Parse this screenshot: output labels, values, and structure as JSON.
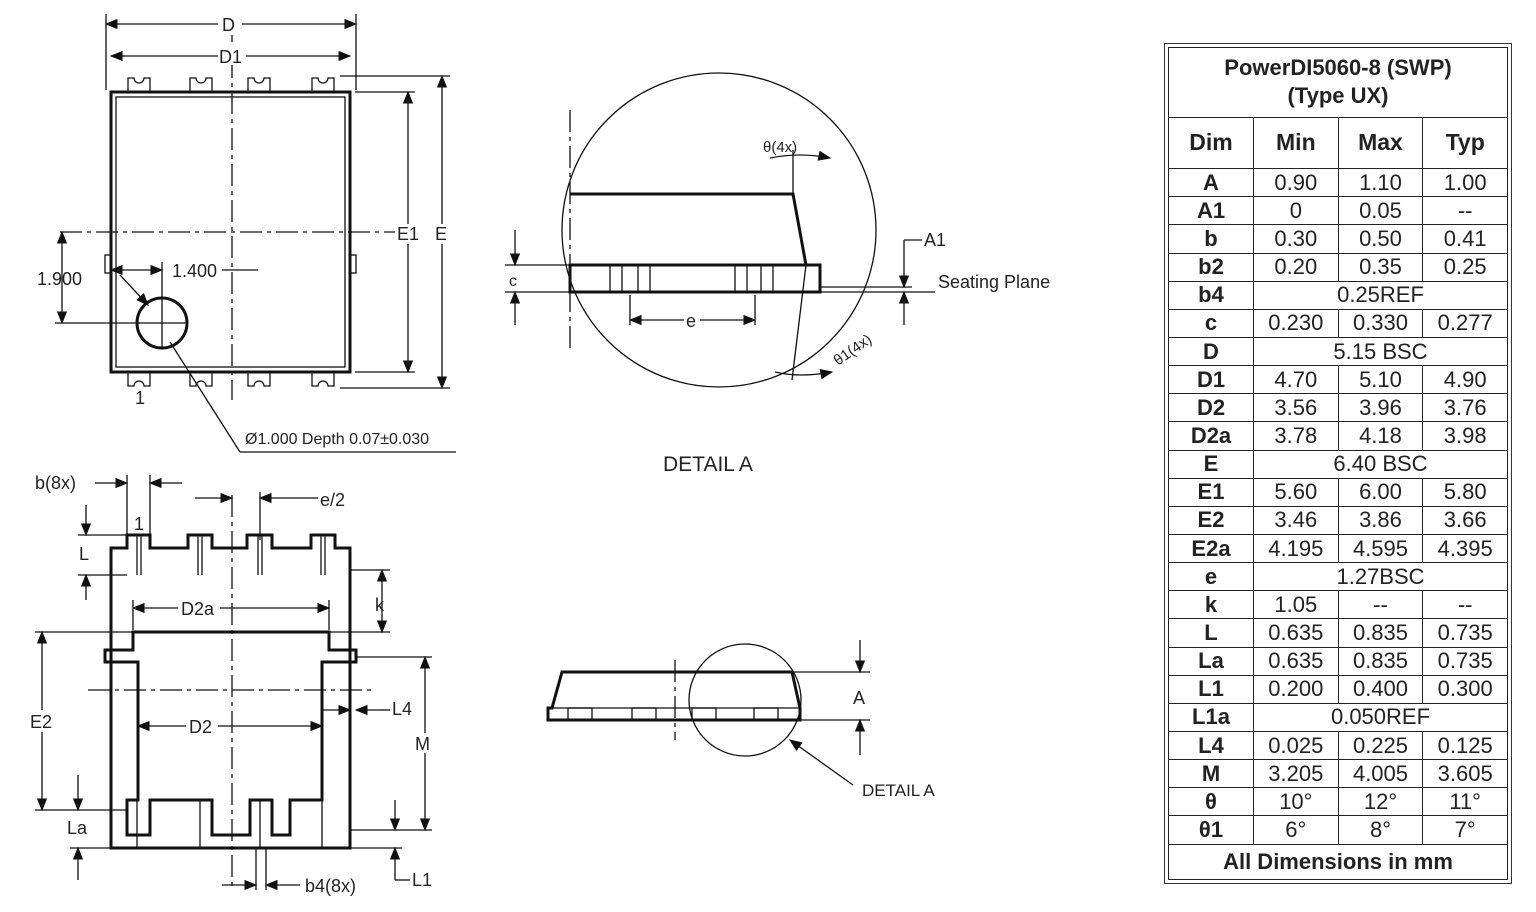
{
  "drawing": {
    "top_view": {
      "D": "D",
      "D1": "D1",
      "E1": "E1",
      "E": "E",
      "dim_1900": "1.900",
      "dim_1400": "1.400",
      "pin1": "1",
      "hole_note": "Ø1.000 Depth 0.07±0.030"
    },
    "detail_a": {
      "theta": "θ(4x)",
      "theta1": "θ1(4x)",
      "A1": "A1",
      "seating_plane": "Seating Plane",
      "c": "c",
      "e": "e",
      "caption": "DETAIL A"
    },
    "bottom_view": {
      "b": "b(8x)",
      "e_half": "e/2",
      "pin1": "1",
      "L": "L",
      "k": "k",
      "D2a": "D2a",
      "E2": "E2",
      "D2": "D2",
      "L4": "L4",
      "M": "M",
      "La": "La",
      "b4": "b4(8x)",
      "L1": "L1"
    },
    "side_view": {
      "A": "A",
      "detail_ref": "DETAIL A"
    }
  },
  "table": {
    "title_line1": "PowerDI5060-8 (SWP)",
    "title_line2": "(Type UX)",
    "headers": [
      "Dim",
      "Min",
      "Max",
      "Typ"
    ],
    "rows": [
      {
        "dim": "A",
        "min": "0.90",
        "max": "1.10",
        "typ": "1.00"
      },
      {
        "dim": "A1",
        "min": "0",
        "max": "0.05",
        "typ": "--"
      },
      {
        "dim": "b",
        "min": "0.30",
        "max": "0.50",
        "typ": "0.41"
      },
      {
        "dim": "b2",
        "min": "0.20",
        "max": "0.35",
        "typ": "0.25"
      },
      {
        "dim": "b4",
        "span": "0.25REF"
      },
      {
        "dim": "c",
        "min": "0.230",
        "max": "0.330",
        "typ": "0.277"
      },
      {
        "dim": "D",
        "span": "5.15 BSC"
      },
      {
        "dim": "D1",
        "min": "4.70",
        "max": "5.10",
        "typ": "4.90"
      },
      {
        "dim": "D2",
        "min": "3.56",
        "max": "3.96",
        "typ": "3.76"
      },
      {
        "dim": "D2a",
        "min": "3.78",
        "max": "4.18",
        "typ": "3.98"
      },
      {
        "dim": "E",
        "span": "6.40 BSC"
      },
      {
        "dim": "E1",
        "min": "5.60",
        "max": "6.00",
        "typ": "5.80"
      },
      {
        "dim": "E2",
        "min": "3.46",
        "max": "3.86",
        "typ": "3.66"
      },
      {
        "dim": "E2a",
        "min": "4.195",
        "max": "4.595",
        "typ": "4.395"
      },
      {
        "dim": "e",
        "span": "1.27BSC"
      },
      {
        "dim": "k",
        "min": "1.05",
        "max": "--",
        "typ": "--"
      },
      {
        "dim": "L",
        "min": "0.635",
        "max": "0.835",
        "typ": "0.735"
      },
      {
        "dim": "La",
        "min": "0.635",
        "max": "0.835",
        "typ": "0.735"
      },
      {
        "dim": "L1",
        "min": "0.200",
        "max": "0.400",
        "typ": "0.300"
      },
      {
        "dim": "L1a",
        "span": "0.050REF"
      },
      {
        "dim": "L4",
        "min": "0.025",
        "max": "0.225",
        "typ": "0.125"
      },
      {
        "dim": "M",
        "min": "3.205",
        "max": "4.005",
        "typ": "3.605"
      },
      {
        "dim": "θ",
        "min": "10°",
        "max": "12°",
        "typ": "11°"
      },
      {
        "dim": "θ1",
        "min": "6°",
        "max": "8°",
        "typ": "7°"
      }
    ],
    "footer": "All Dimensions in mm"
  }
}
